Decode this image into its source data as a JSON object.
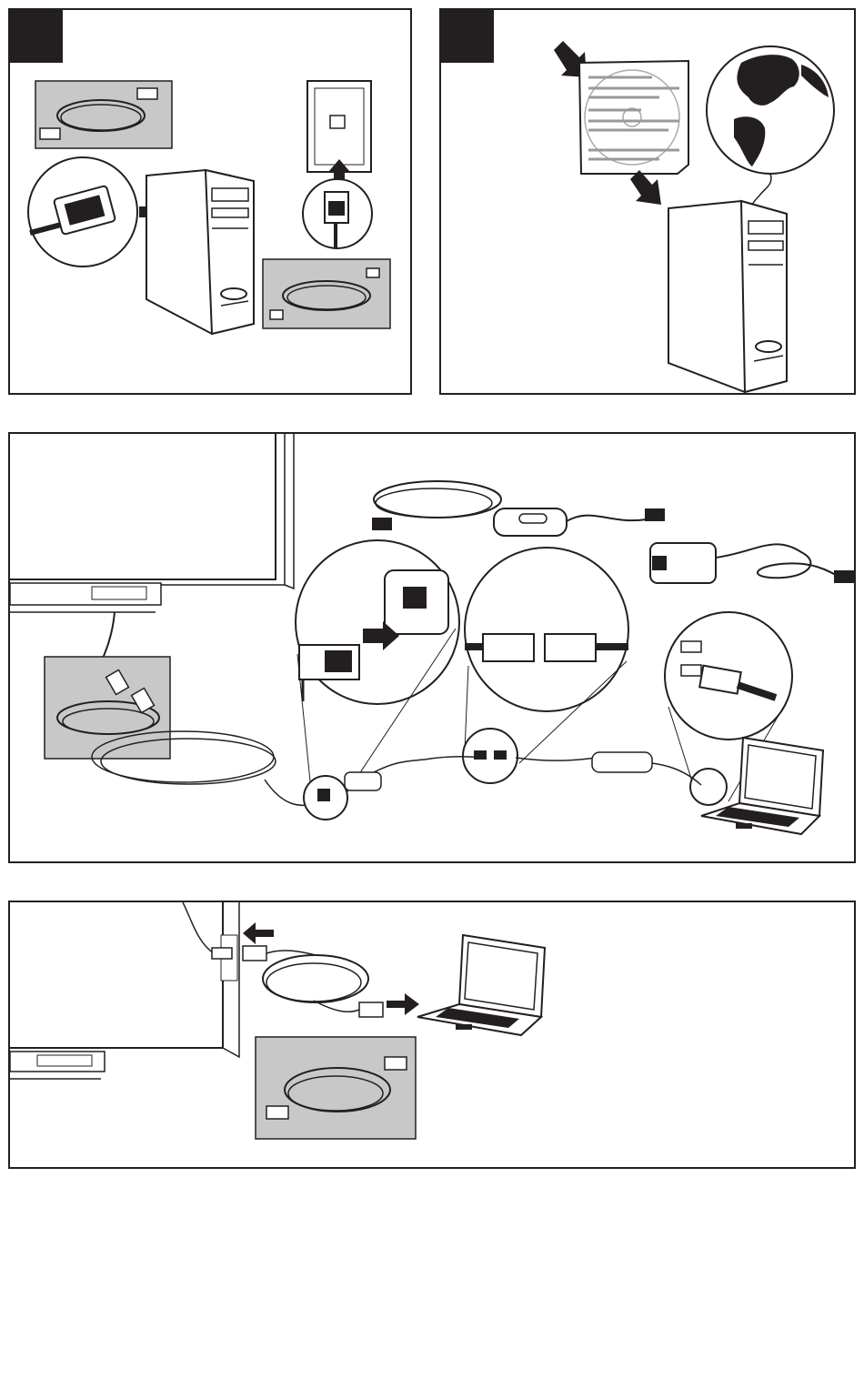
{
  "colors": {
    "ink": "#231f20",
    "callout_gray": "#c8c8c8",
    "paper": "#ffffff"
  },
  "panels": [
    {
      "id": "panel-1",
      "step_marker": "",
      "icons": [
        "vga-cable-icon",
        "computer-tower-icon",
        "ethernet-wall-jack-icon",
        "ethernet-cable-icon"
      ]
    },
    {
      "id": "panel-2",
      "step_marker": "",
      "icons": [
        "software-cd-icon",
        "globe-icon",
        "computer-tower-icon"
      ]
    },
    {
      "id": "panel-3",
      "step_marker": "",
      "icons": [
        "interactive-whiteboard-icon",
        "ethernet-extender-icon",
        "usb-extender-icon",
        "laptop-icon"
      ]
    },
    {
      "id": "panel-4",
      "step_marker": "",
      "icons": [
        "interactive-whiteboard-icon",
        "vga-cable-icon",
        "laptop-icon"
      ]
    }
  ]
}
